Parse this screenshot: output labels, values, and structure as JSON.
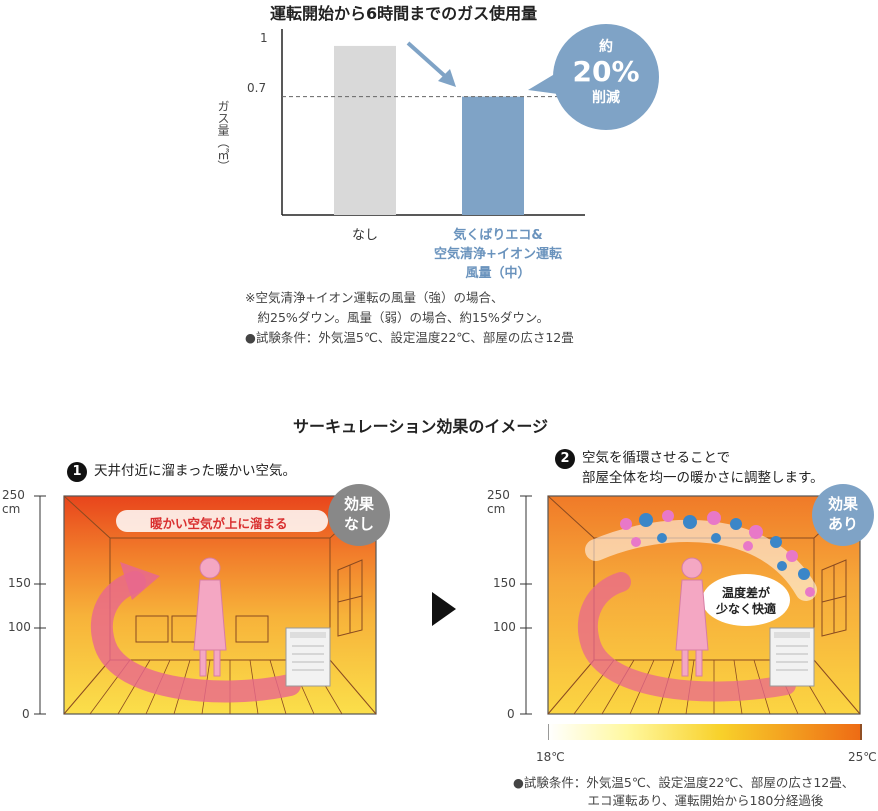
{
  "chart_title": "運転開始から6時間までのガス使用量",
  "chart_data": {
    "type": "bar",
    "categories": [
      "なし",
      "気くばりエコ&\n空気清浄+イオン運転\n風量（中）"
    ],
    "values": [
      1,
      0.7
    ],
    "ylabel": "ガス量（㎥）",
    "yticks": [
      "1",
      "0.7"
    ],
    "ylim": [
      0,
      1.1
    ],
    "colors": [
      "#d9d9d9",
      "#7fa3c6"
    ],
    "highlight_color": "#7fa3c6"
  },
  "reduction_badge": {
    "line1": "約",
    "line2": "20%",
    "line3": "削減",
    "color": "#7fa3c6"
  },
  "notes": [
    "※空気清浄+イオン運転の風量（強）の場合、",
    "　約25%ダウン。風量（弱）の場合、約15%ダウン。",
    "●試験条件：外気温5℃、設定温度22℃、部屋の広さ12畳"
  ],
  "section_title": "サーキュレーション効果のイメージ",
  "panels": [
    {
      "number": "1",
      "caption": [
        "天井付近に溜まった暖かい空気。"
      ],
      "badge": [
        "効果",
        "なし"
      ],
      "badge_color": "#888888",
      "banner": "暖かい空気が上に溜まる",
      "axis": {
        "top_label": "250",
        "unit": "cm",
        "ticks": [
          "150",
          "100",
          "0"
        ]
      }
    },
    {
      "number": "2",
      "caption": [
        "空気を循環させることで",
        "部屋全体を均一の暖かさに調整します。"
      ],
      "badge": [
        "効果",
        "あり"
      ],
      "badge_color": "#7fa3c6",
      "bubble": [
        "温度差が",
        "少なく快適"
      ],
      "axis": {
        "top_label": "250",
        "unit": "cm",
        "ticks": [
          "150",
          "100",
          "0"
        ]
      }
    }
  ],
  "temp_scale": {
    "min_label": "18℃",
    "max_label": "25℃"
  },
  "bottom_notes": [
    "●試験条件：外気温5℃、設定温度22℃、部屋の広さ12畳、",
    "　エコ運転あり、運転開始から180分経過後"
  ]
}
